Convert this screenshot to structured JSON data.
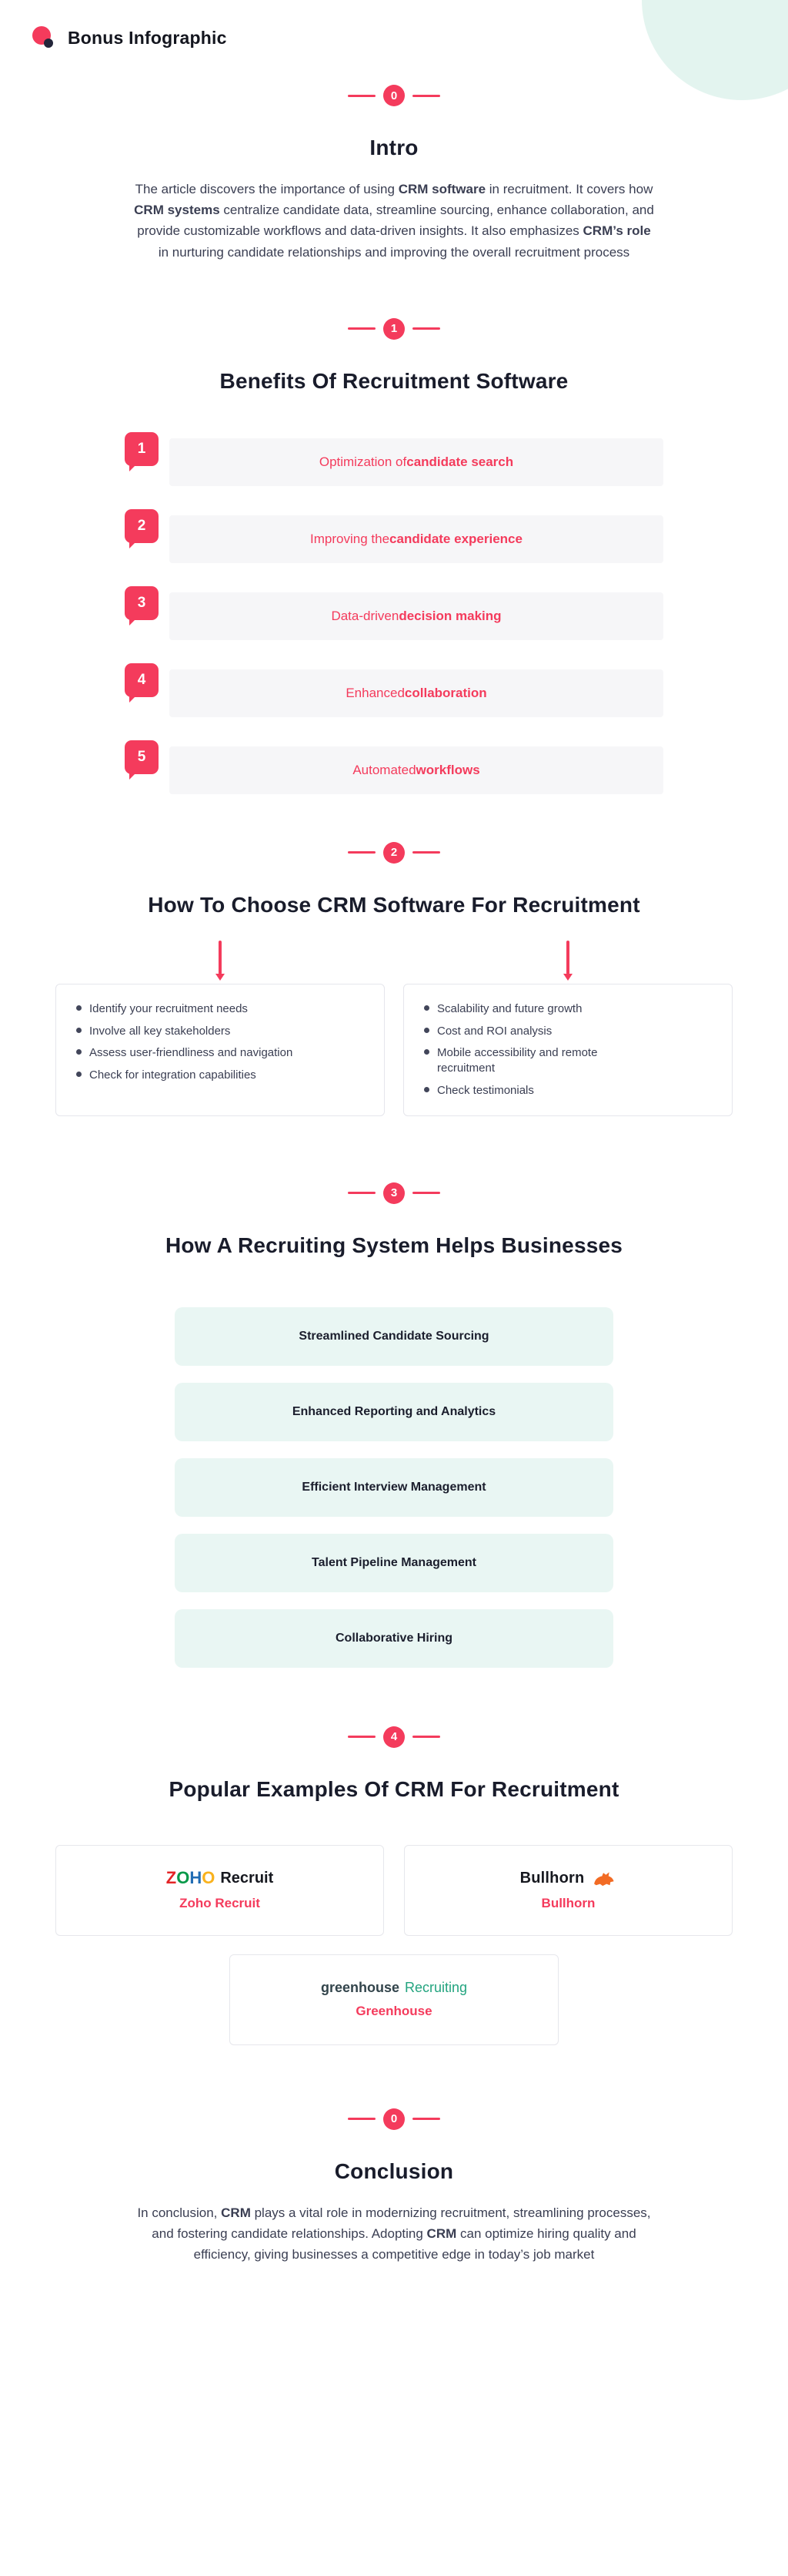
{
  "page": {
    "title": "Bonus Infographic"
  },
  "theme": {
    "accent": "#f43b5c",
    "dark_text": "#191c2b",
    "body_text": "#3a3e52",
    "mint_box": "#e9f6f3",
    "mint_circle": "#e3f4ef",
    "gray_bar": "#f6f6f8",
    "zoho_colors": [
      "#e42527",
      "#089949",
      "#226db4",
      "#f9b21d"
    ],
    "bullhorn_orange": "#f26b24",
    "greenhouse_green": "#23a47f"
  },
  "icons": {
    "brand-logo-icon": "two-overlapping-dots",
    "section-number-badge": "numbered-circle",
    "location-pin-icon": "vertical-pin-pointer",
    "bullet-icon": "dot",
    "bull-icon": "orange-bull-silhouette"
  },
  "sections": {
    "intro": {
      "marker": "0",
      "title": "Intro",
      "paragraph": [
        {
          "t": "The article discovers the importance of using "
        },
        {
          "t": "CRM software",
          "b": true
        },
        {
          "t": " in recruitment. It covers how "
        },
        {
          "t": "CRM systems",
          "b": true
        },
        {
          "t": " centralize candidate data, streamline sourcing, enhance collaboration, and provide customizable workflows and data-driven insights. It also emphasizes "
        },
        {
          "t": "CRM’s role",
          "b": true
        },
        {
          "t": " in nurturing candidate relationships and improving the overall recruitment process"
        }
      ]
    },
    "benefits": {
      "marker": "1",
      "title": "Benefits Of Recruitment Software",
      "items": [
        {
          "number": "1",
          "segments": [
            {
              "t": "Optimization of "
            },
            {
              "t": "candidate search",
              "b": true
            }
          ]
        },
        {
          "number": "2",
          "segments": [
            {
              "t": "Improving the "
            },
            {
              "t": "candidate experience",
              "b": true
            }
          ]
        },
        {
          "number": "3",
          "segments": [
            {
              "t": "Data-driven "
            },
            {
              "t": "decision making",
              "b": true
            }
          ]
        },
        {
          "number": "4",
          "segments": [
            {
              "t": "Enhanced "
            },
            {
              "t": "collaboration",
              "b": true
            }
          ]
        },
        {
          "number": "5",
          "segments": [
            {
              "t": "Automated "
            },
            {
              "t": "workflows",
              "b": true
            }
          ]
        }
      ]
    },
    "choose": {
      "marker": "2",
      "title": "How To Choose CRM Software For Recruitment",
      "left_items": [
        "Identify your recruitment needs",
        "Involve all key stakeholders",
        "Assess user-friendliness and navigation",
        "Check for integration capabilities"
      ],
      "right_items": [
        "Scalability and future growth",
        "Cost and ROI analysis",
        "Mobile accessibility and remote recruitment",
        "Check testimonials"
      ]
    },
    "helps": {
      "marker": "3",
      "title": "How A Recruiting System Helps Businesses",
      "items": [
        "Streamlined Candidate Sourcing",
        "Enhanced Reporting and Analytics",
        "Efficient Interview Management",
        "Talent Pipeline Management",
        "Collaborative Hiring"
      ]
    },
    "examples": {
      "marker": "4",
      "title": "Popular Examples Of CRM For Recruitment",
      "cards": [
        {
          "name": "Zoho Recruit",
          "logo": {
            "letters": [
              "Z",
              "O",
              "H",
              "O"
            ],
            "suffix": "Recruit"
          }
        },
        {
          "name": "Bullhorn",
          "logo": {
            "text": "Bullhorn"
          }
        },
        {
          "name": "Greenhouse",
          "logo": {
            "primary": "greenhouse",
            "secondary": "Recruiting"
          }
        }
      ]
    },
    "conclusion": {
      "marker": "0",
      "title": "Conclusion",
      "paragraph": [
        {
          "t": "In conclusion, "
        },
        {
          "t": "CRM",
          "b": true
        },
        {
          "t": " plays a vital role in modernizing recruitment, streamlining processes, and fostering candidate relationships. Adopting "
        },
        {
          "t": "CRM",
          "b": true
        },
        {
          "t": " can optimize hiring quality and efficiency, giving businesses a competitive edge in today’s job market"
        }
      ]
    }
  }
}
